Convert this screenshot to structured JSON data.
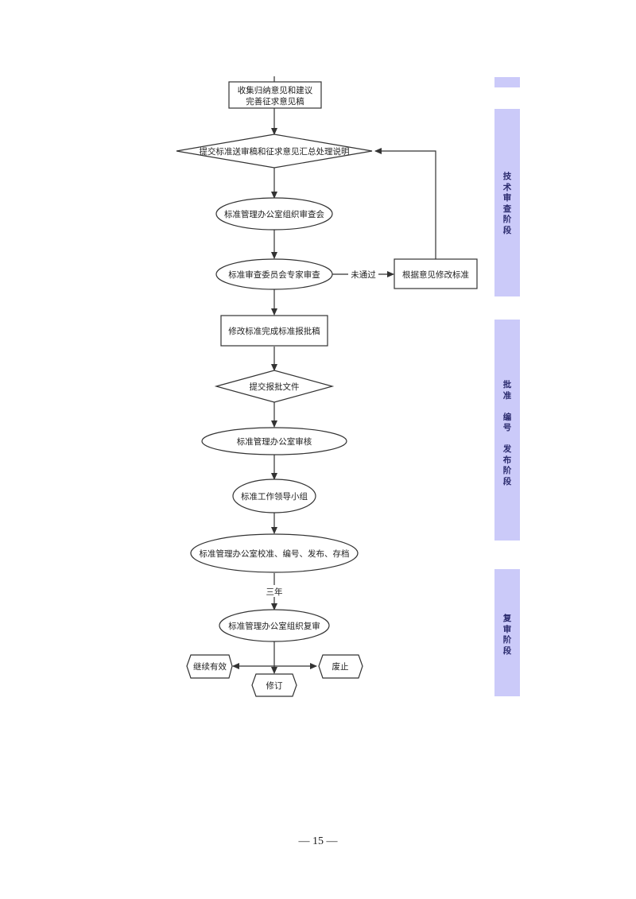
{
  "flowchart": {
    "nodes": {
      "collect": {
        "lines": [
          "收集归纳意见和建议",
          "完善征求意见稿"
        ]
      },
      "submit_review": {
        "text": "提交标准送审稿和征求意见汇总处理说明"
      },
      "office_organize_meeting": {
        "text": "标准管理办公室组织审查会"
      },
      "committee_review": {
        "text": "标准审查委员会专家审查"
      },
      "revise_per_comments": {
        "text": "根据意见修改标准"
      },
      "finish_draft": {
        "text": "修改标准完成标准报批稿"
      },
      "submit_approval": {
        "text": "提交报批文件"
      },
      "office_audit": {
        "text": "标准管理办公室审核"
      },
      "leading_group": {
        "text": "标准工作领导小组"
      },
      "office_publish": {
        "text": "标准管理办公室校准、编号、发布、存档"
      },
      "office_re_review": {
        "text": "标准管理办公室组织复审"
      },
      "continue_valid": {
        "text": "继续有效"
      },
      "revise": {
        "text": "修订"
      },
      "abolish": {
        "text": "废止"
      }
    },
    "edge_labels": {
      "not_passed": "未通过",
      "three_years": "三年"
    }
  },
  "stages": [
    {
      "chars": [
        "技",
        "术",
        "审",
        "查",
        "阶",
        "段"
      ]
    },
    {
      "chars": [
        "批",
        "准",
        "",
        "编",
        "号",
        "",
        "发",
        "布",
        "阶",
        "段"
      ]
    },
    {
      "chars": [
        "复",
        "审",
        "阶",
        "段"
      ]
    }
  ],
  "page_number": "— 15 —",
  "colors": {
    "stage_band": "#cbcaf9",
    "stroke": "#333333"
  }
}
